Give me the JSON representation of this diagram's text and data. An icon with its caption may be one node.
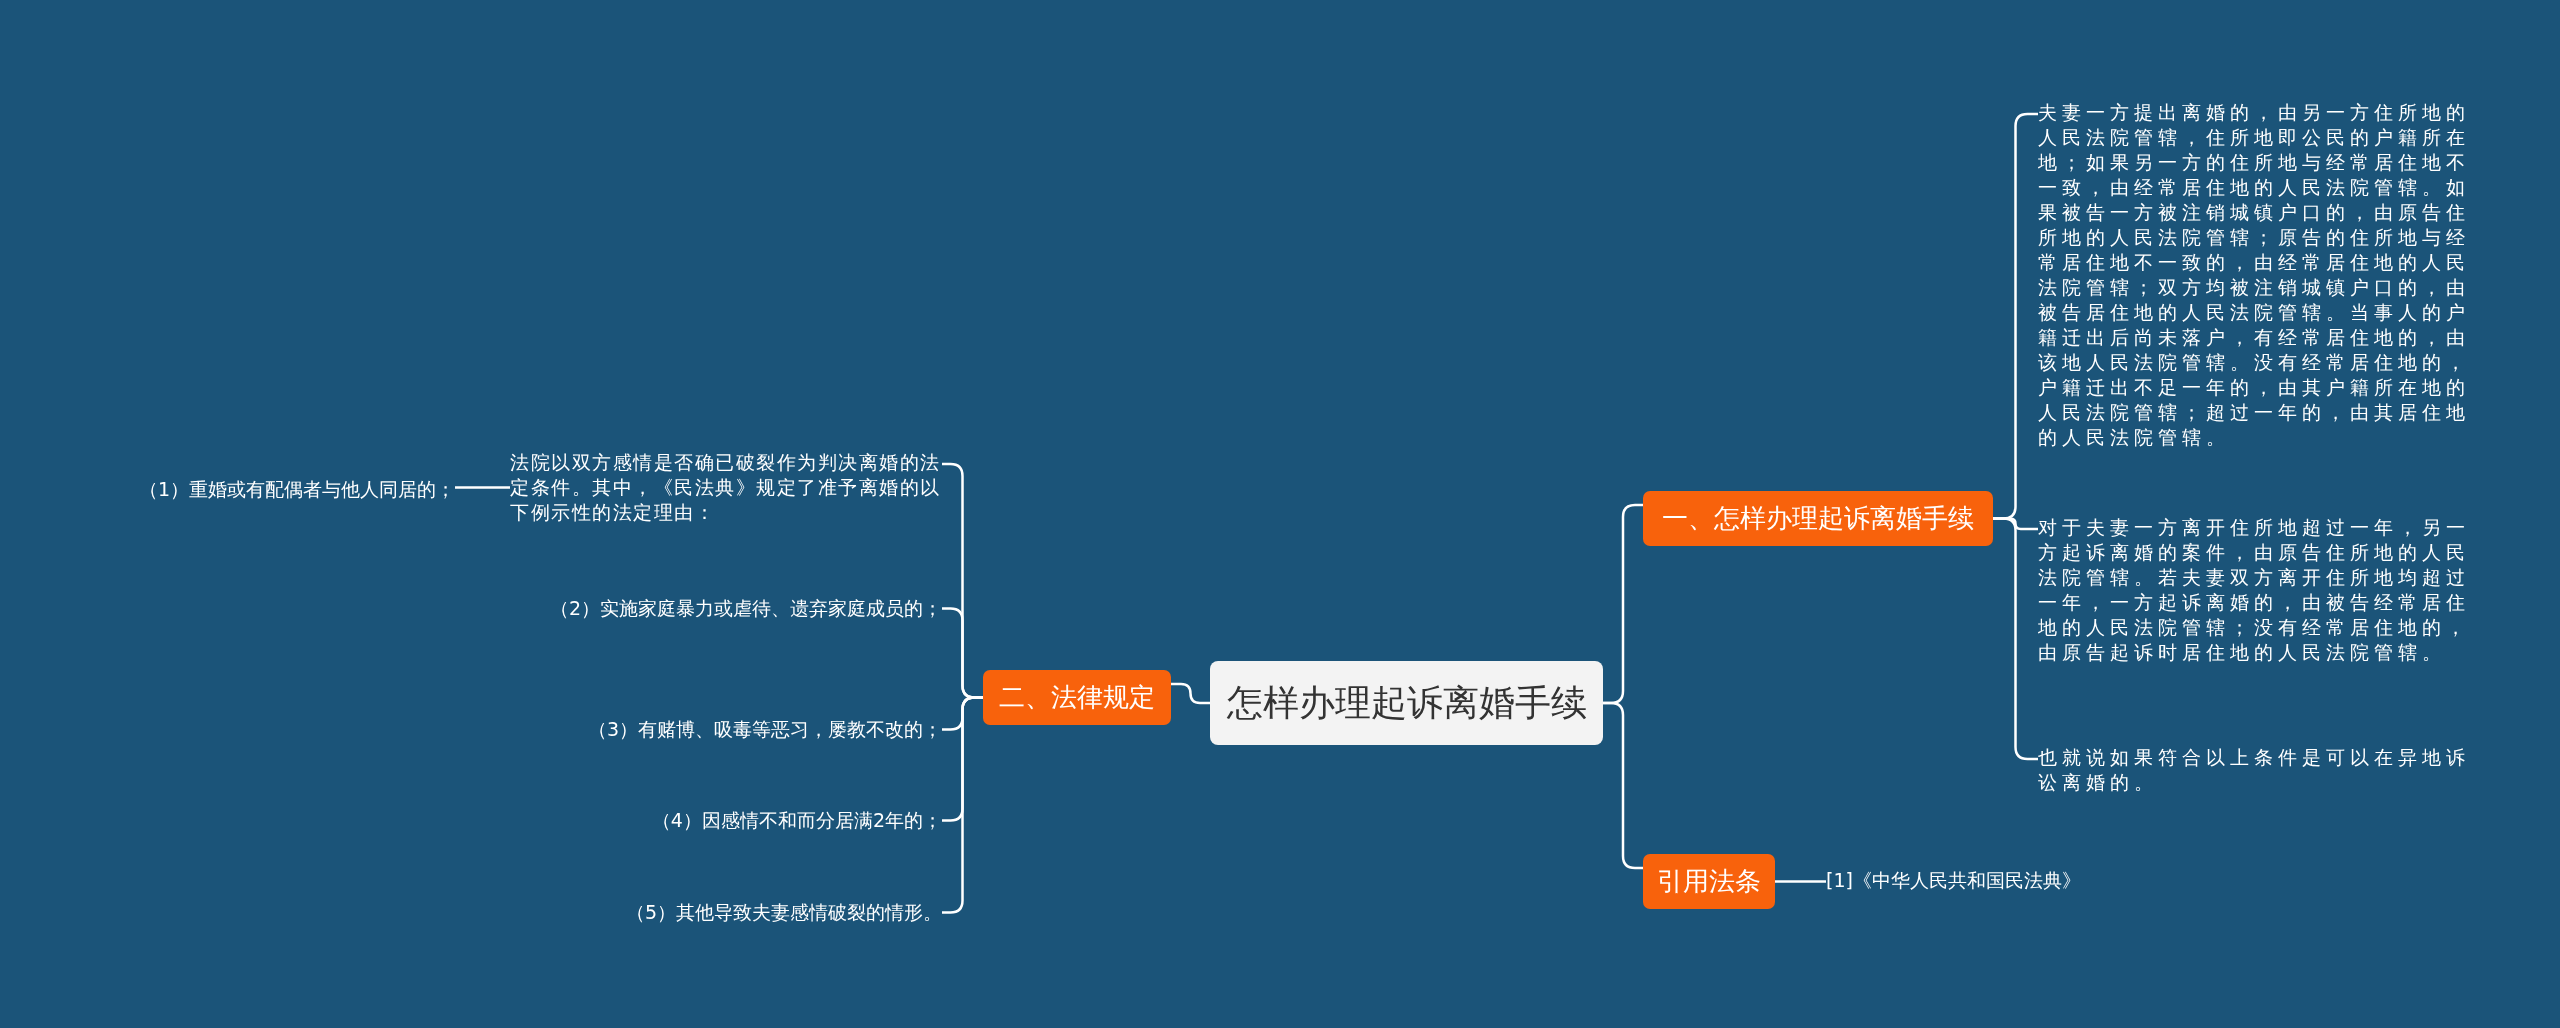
{
  "diagram": {
    "nodes": [
      {
        "text": [
          "怎样办理起诉离婚手续"
        ]
      },
      {
        "text": [
          "一、怎样办理起诉离婚手续"
        ]
      },
      {
        "text": [
          "夫妻一方提出离婚的，由另一方住所地的人民法院管辖，住所地即公民的户籍所在地；如果另一方的住所地与经常居住地不一致，由经常居住地的人民法院管辖。如果被告一方被注销城镇户口的，由原告住所地的人民法院管辖；原告的住所地与经常居住地不一致的，由经常居住地的人民法院管辖；双方均被注销城镇户口的，由被告居住地的人民法院管辖。当事人的户籍迁出后尚未落户，有经常居住地的，由该地人民法院管辖。没有经常居住地的，户籍迁出不足一年的，由其户籍所在地的人民法院管辖；超过一年的，由其居住地的人民法院管辖。"
        ]
      },
      {
        "text": [
          "对于夫妻一方离开住所地超过一年，另一方起诉离婚的案件，由原告住所地的人民法院管辖。若夫妻双方离开住所地均超过一年，一方起诉离婚的，由被告经常居住地的人民法院管辖；没有经常居住地的，由原告起诉时居住地的人民法院管辖。"
        ]
      },
      {
        "text": [
          "也就说如果符合以上条件是可以在异地诉讼离婚的。"
        ]
      },
      {
        "text": [
          "引用法条"
        ]
      },
      {
        "text": [
          "[1]《中华人民共和国民法典》"
        ]
      },
      {
        "text": [
          "二、法律规定"
        ]
      },
      {
        "text": [
          "法院以双方感情是否确已破裂作为判决离婚的法定条件。其中，《民法典》规定了准予离婚的以下例示性的法定理由："
        ]
      },
      {
        "text": [
          "（1）重婚或有配偶者与他人同居的；"
        ]
      },
      {
        "text": [
          "（2）实施家庭暴力或虐待、遗弃家庭成员的；"
        ]
      },
      {
        "text": [
          "（3）有赌博、吸毒等恶习，屡教不改的；"
        ]
      },
      {
        "text": [
          "（4）因感情不和而分居满2年的；"
        ]
      },
      {
        "text": [
          "（5）其他导致夫妻感情破裂的情形。"
        ]
      }
    ],
    "edges": [
      {
        "from": 0,
        "to": 1,
        "arrow": "none"
      },
      {
        "from": 1,
        "to": 2,
        "arrow": "none"
      },
      {
        "from": 1,
        "to": 3,
        "arrow": "none"
      },
      {
        "from": 1,
        "to": 4,
        "arrow": "none"
      },
      {
        "from": 0,
        "to": 5,
        "arrow": "none"
      },
      {
        "from": 5,
        "to": 6,
        "arrow": "none"
      },
      {
        "from": 0,
        "to": 7,
        "arrow": "none"
      },
      {
        "from": 7,
        "to": 8,
        "arrow": "none"
      },
      {
        "from": 8,
        "to": 9,
        "arrow": "none"
      },
      {
        "from": 7,
        "to": 10,
        "arrow": "none"
      },
      {
        "from": 7,
        "to": 11,
        "arrow": "none"
      },
      {
        "from": 7,
        "to": 12,
        "arrow": "none"
      },
      {
        "from": 7,
        "to": 13,
        "arrow": "none"
      }
    ]
  }
}
